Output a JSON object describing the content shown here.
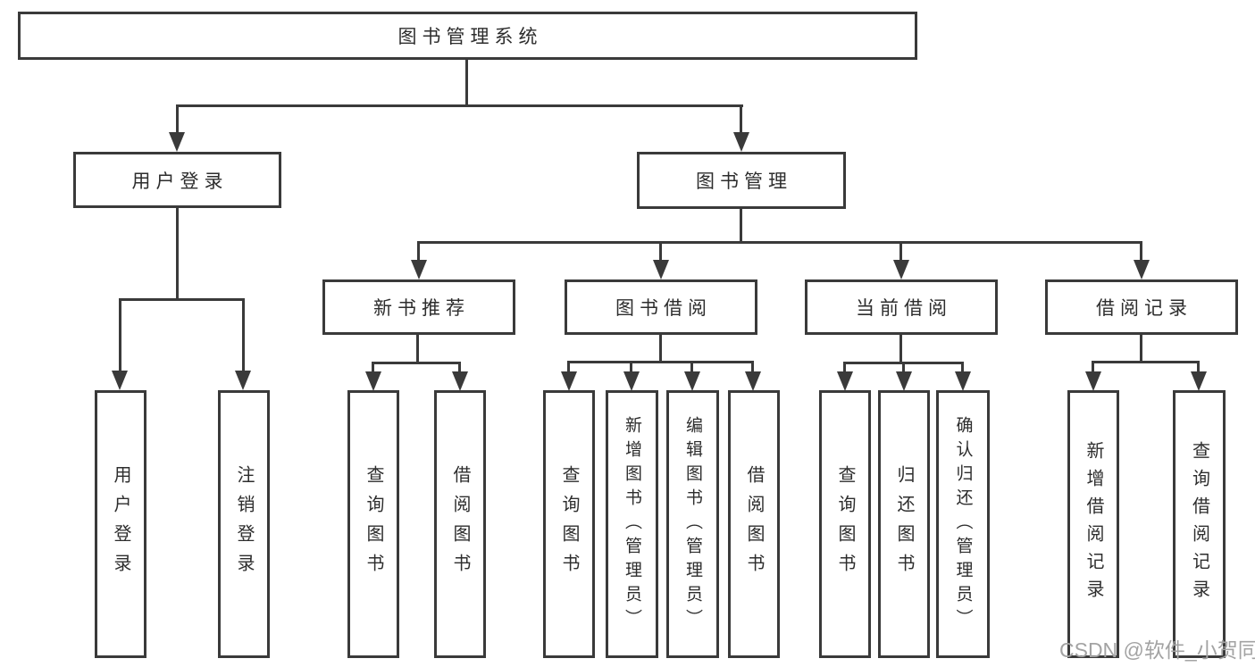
{
  "tree": {
    "root": {
      "label": "图书管理系统"
    },
    "branches": [
      {
        "label": "用户登录",
        "children": [
          {
            "label": "用户登录"
          },
          {
            "label": "注销登录"
          }
        ]
      },
      {
        "label": "图书管理",
        "groups": [
          {
            "label": "新书推荐",
            "children": [
              {
                "label": "查询图书"
              },
              {
                "label": "借阅图书"
              }
            ]
          },
          {
            "label": "图书借阅",
            "children": [
              {
                "label": "查询图书"
              },
              {
                "label": "新增图书（管理员）"
              },
              {
                "label": "编辑图书（管理员）"
              },
              {
                "label": "借阅图书"
              }
            ]
          },
          {
            "label": "当前借阅",
            "children": [
              {
                "label": "查询图书"
              },
              {
                "label": "归还图书"
              },
              {
                "label": "确认归还（管理员）"
              }
            ]
          },
          {
            "label": "借阅记录",
            "children": [
              {
                "label": "新增借阅记录"
              },
              {
                "label": "查询借阅记录"
              }
            ]
          }
        ]
      }
    ]
  },
  "watermark": {
    "text": "CSDN @软件_小贺同学"
  },
  "colors": {
    "line": "#3a3a3a",
    "text": "#2d2d2d",
    "background": "#ffffff",
    "watermark_text": "#a3a3a3"
  }
}
